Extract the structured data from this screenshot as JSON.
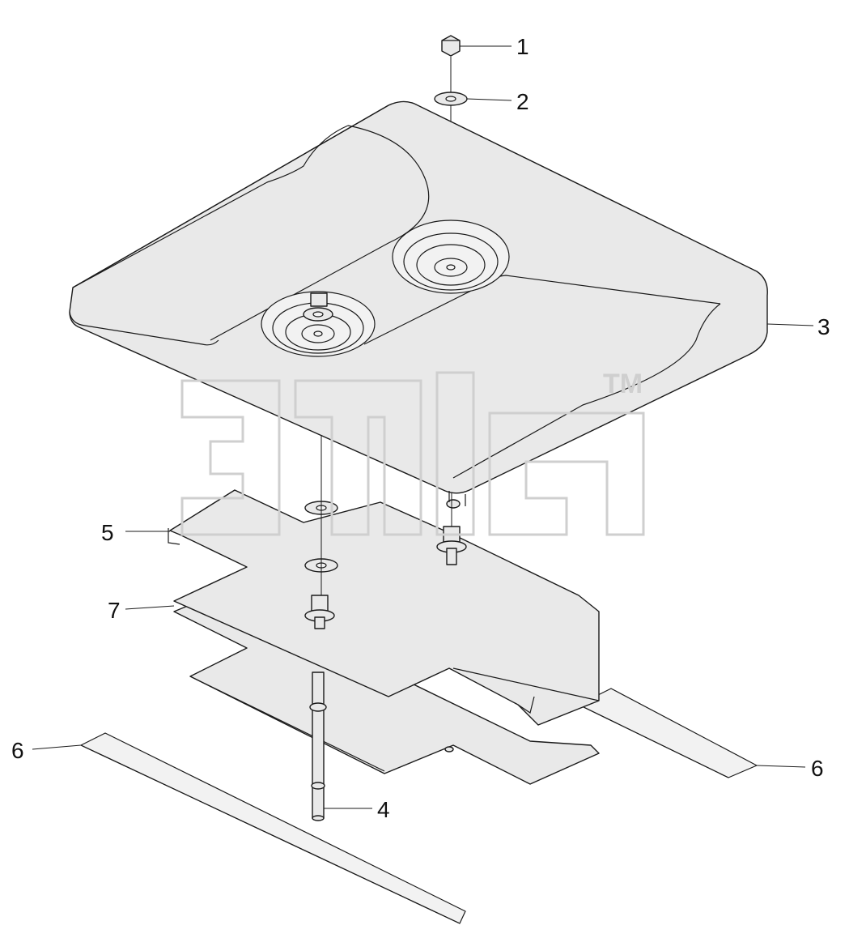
{
  "watermark": {
    "trademark": "TM"
  },
  "callouts": [
    {
      "id": "c1",
      "label": "1"
    },
    {
      "id": "c2",
      "label": "2"
    },
    {
      "id": "c3",
      "label": "3"
    },
    {
      "id": "c4",
      "label": "4"
    },
    {
      "id": "c5",
      "label": "5"
    },
    {
      "id": "c6a",
      "label": "6"
    },
    {
      "id": "c6b",
      "label": "6"
    },
    {
      "id": "c7",
      "label": "7"
    }
  ],
  "colors": {
    "line": "#1a1a1a",
    "fill": "#e9e9e9",
    "watermark": "#cfcfcf"
  }
}
